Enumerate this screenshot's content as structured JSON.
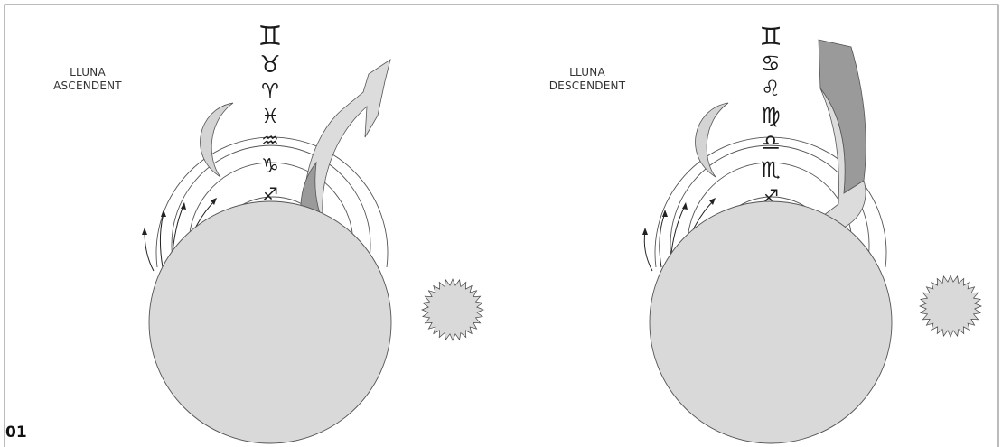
{
  "figure_number": "01",
  "panels": [
    {
      "title_line1": "LLUNA",
      "title_line2": "ASCENDENT",
      "signs": [
        {
          "name": "gemini",
          "glyph": "♊"
        },
        {
          "name": "taurus",
          "glyph": "♉"
        },
        {
          "name": "aries",
          "glyph": "♈"
        },
        {
          "name": "pisces",
          "glyph": "♓"
        },
        {
          "name": "aquarius",
          "glyph": "♒"
        },
        {
          "name": "capricorn",
          "glyph": "♑"
        },
        {
          "name": "sagittarius",
          "glyph": "♐"
        }
      ]
    },
    {
      "title_line1": "LLUNA",
      "title_line2": "DESCENDENT",
      "signs": [
        {
          "name": "gemini",
          "glyph": "♊"
        },
        {
          "name": "cancer",
          "glyph": "♋"
        },
        {
          "name": "leo",
          "glyph": "♌"
        },
        {
          "name": "virgo",
          "glyph": "♍"
        },
        {
          "name": "libra",
          "glyph": "♎"
        },
        {
          "name": "scorpio",
          "glyph": "♏"
        },
        {
          "name": "sagittarius",
          "glyph": "♐"
        }
      ]
    }
  ],
  "colors": {
    "earth": "#d9d9d9",
    "moon": "#d4d4d4",
    "arrow_light": "#dcdcdc",
    "arrow_dark": "#9a9a9a",
    "line": "#555555",
    "border": "#666666"
  }
}
